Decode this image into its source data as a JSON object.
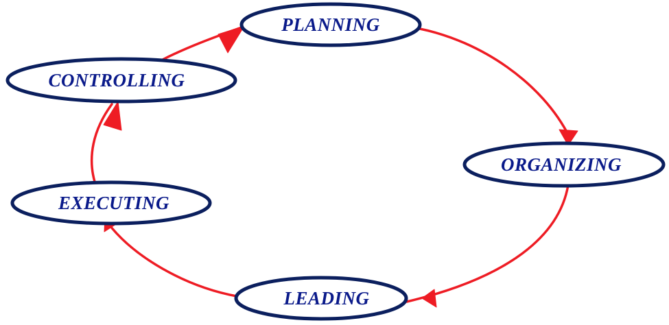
{
  "diagram": {
    "nodes": {
      "planning": "PLANNING",
      "organizing": "ORGANIZING",
      "leading": "LEADING",
      "executing": "EXECUTING",
      "controlling": "CONTROLLING"
    },
    "colors": {
      "arrow": "#ee1c24",
      "node_border": "#0b1f5e",
      "node_text": "#0a1a8a",
      "background": "#ffffff"
    }
  }
}
